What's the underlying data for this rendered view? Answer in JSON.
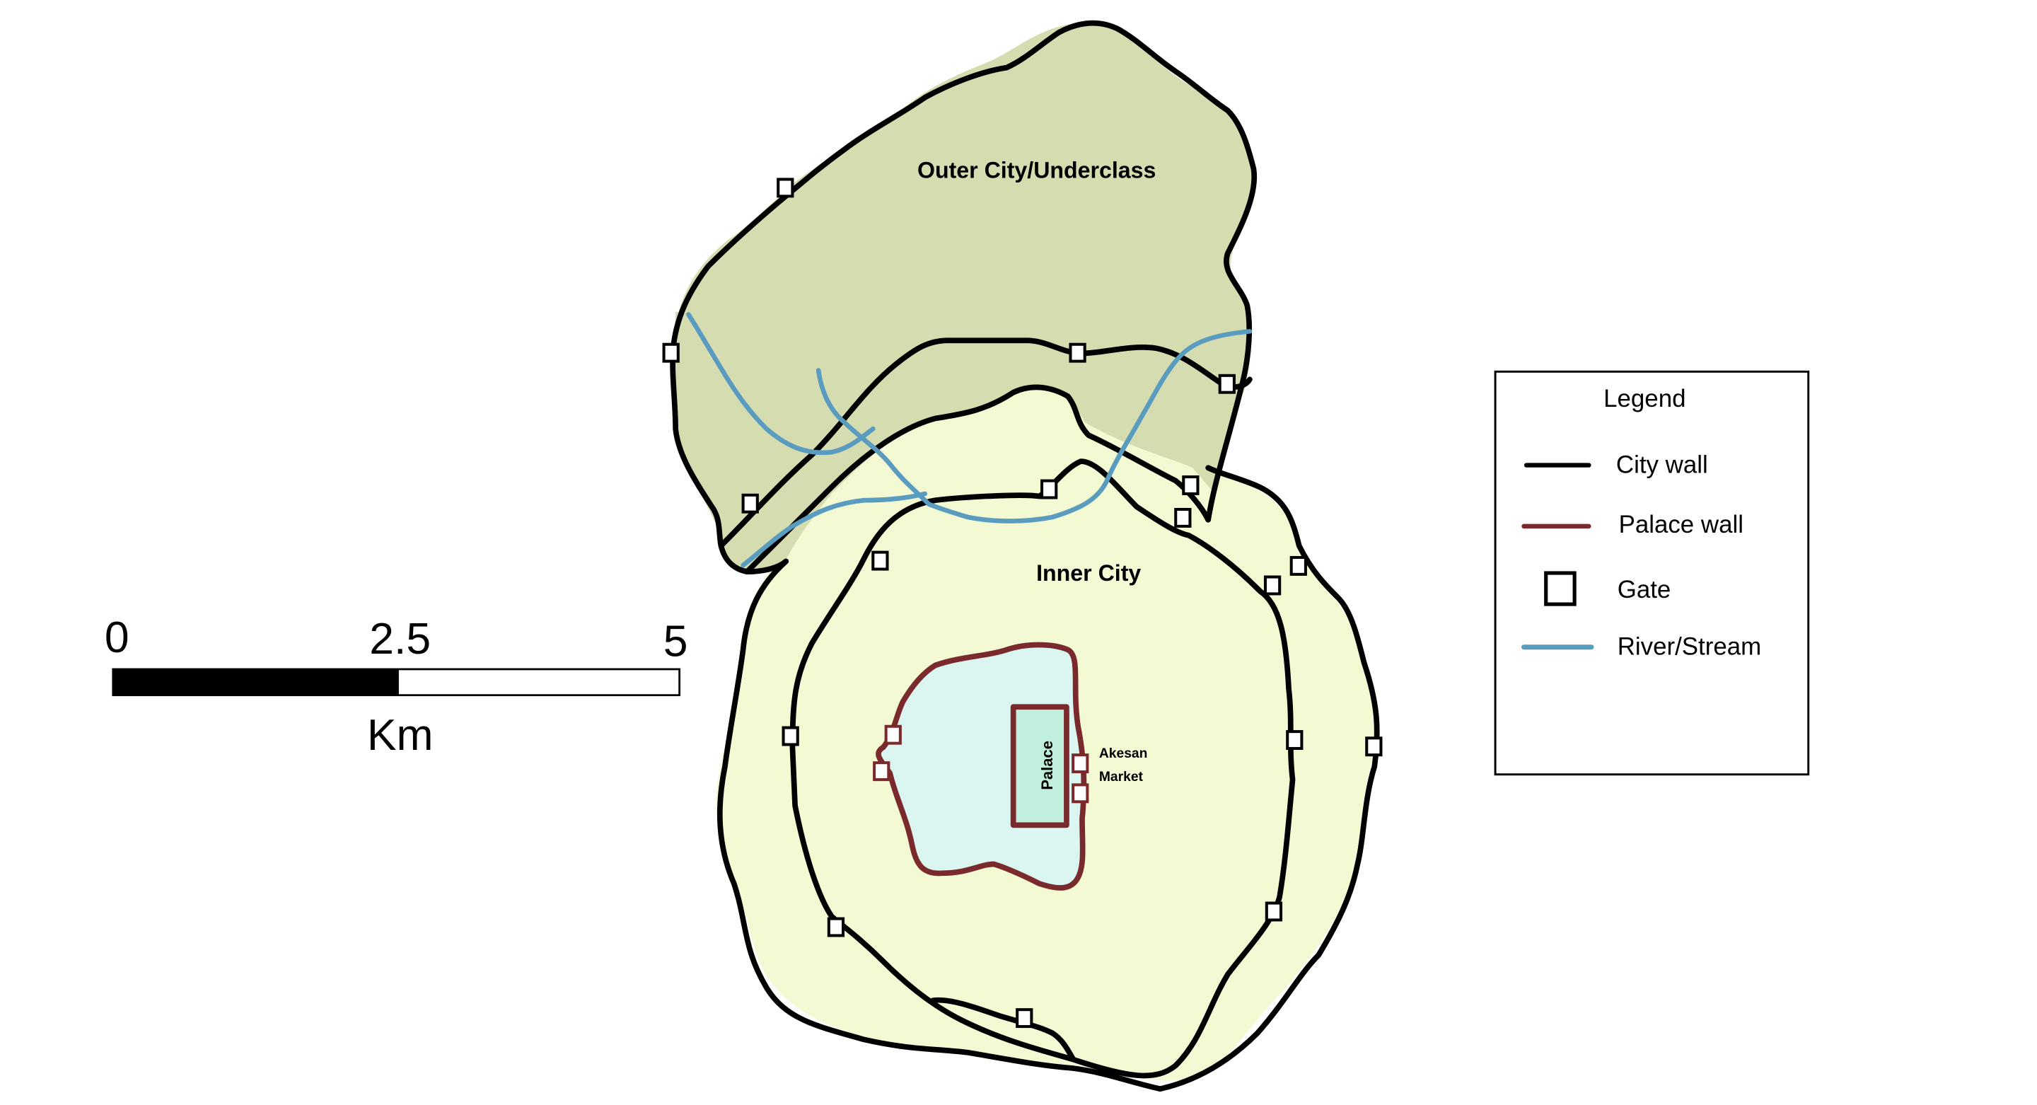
{
  "map": {
    "labels": {
      "outer_city": "Outer City/Underclass",
      "inner_city": "Inner City",
      "palace": "Palace",
      "market_line1": "Akesan",
      "market_line2": "Market"
    },
    "colors": {
      "outer_city_fill": "#d5dcb0",
      "inner_city_fill": "#f3f9d3",
      "palace_compound_fill": "#dbf5f0",
      "palace_fill": "#c0efdd",
      "city_wall": "#000000",
      "palace_wall": "#7a2a2c",
      "river": "#5a9bc0"
    }
  },
  "scale_bar": {
    "ticks": [
      "0",
      "2.5",
      "5"
    ],
    "unit": "Km"
  },
  "legend": {
    "title": "Legend",
    "items": [
      {
        "label": "City wall",
        "symbol": "black-line"
      },
      {
        "label": "Palace wall",
        "symbol": "maroon-line"
      },
      {
        "label": "Gate",
        "symbol": "square"
      },
      {
        "label": "River/Stream",
        "symbol": "blue-line"
      }
    ]
  }
}
